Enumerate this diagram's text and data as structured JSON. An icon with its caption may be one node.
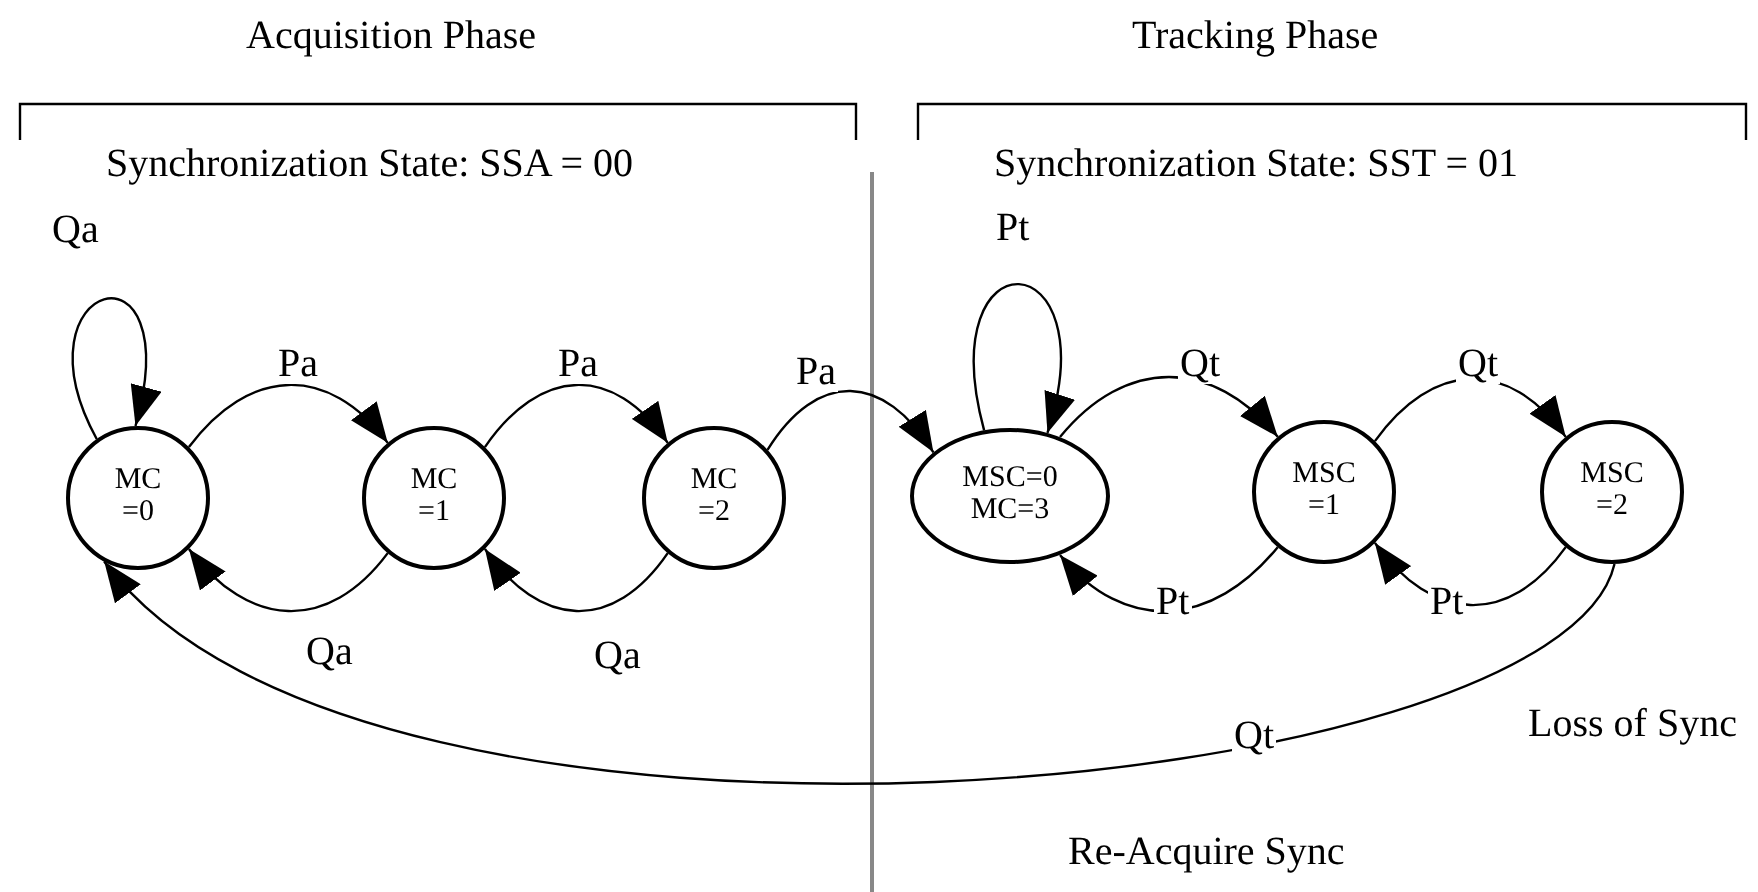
{
  "diagram": {
    "nodes": [
      {
        "text": [
          "MC =0"
        ]
      },
      {
        "text": [
          "MC =1"
        ]
      },
      {
        "text": [
          "MC =2"
        ]
      },
      {
        "text": [
          "MSC=0 MC=3"
        ]
      },
      {
        "text": [
          "MSC =1"
        ]
      },
      {
        "text": [
          "MSC =2"
        ]
      }
    ],
    "edges": [
      {
        "from": 0,
        "to": 0,
        "arrow": "to",
        "label": "Qa"
      },
      {
        "from": 0,
        "to": 1,
        "arrow": "to",
        "label": "Pa"
      },
      {
        "from": 1,
        "to": 2,
        "arrow": "to",
        "label": "Pa"
      },
      {
        "from": 2,
        "to": 3,
        "arrow": "to",
        "label": "Pa"
      },
      {
        "from": 1,
        "to": 0,
        "arrow": "to",
        "label": "Qa"
      },
      {
        "from": 2,
        "to": 1,
        "arrow": "to",
        "label": "Qa"
      },
      {
        "from": 3,
        "to": 3,
        "arrow": "to",
        "label": "Pt"
      },
      {
        "from": 3,
        "to": 4,
        "arrow": "to",
        "label": "Qt"
      },
      {
        "from": 4,
        "to": 5,
        "arrow": "to",
        "label": "Qt"
      },
      {
        "from": 4,
        "to": 3,
        "arrow": "to",
        "label": "Pt"
      },
      {
        "from": 5,
        "to": 4,
        "arrow": "to",
        "label": "Pt"
      },
      {
        "from": 5,
        "to": 0,
        "arrow": "to",
        "label": "Qt"
      }
    ],
    "labels": [
      "Acquisition Phase",
      "Tracking Phase",
      "Synchronization State: SSA = 00",
      "Synchronization State: SST = 01",
      "Loss of Sync",
      "Re-Acquire Sync"
    ]
  }
}
